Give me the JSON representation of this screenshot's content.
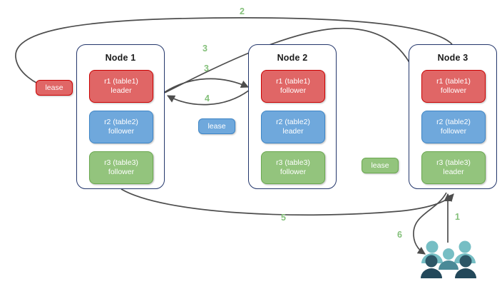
{
  "diagram": {
    "title_present": false,
    "colors": {
      "replica_red_fill": "#e06666",
      "replica_red_border": "#cc0000",
      "replica_blue_fill": "#6fa8dc",
      "replica_blue_border": "#3d85c6",
      "replica_green_fill": "#93c47d",
      "replica_green_border": "#6aa84f",
      "node_border": "#23366b",
      "arrow": "#4d4d4d",
      "step_label": "#84c07a",
      "users_light": "#76bec4",
      "users_dark": "#2d5666"
    }
  },
  "nodes": [
    {
      "title": "Node 1",
      "replicas": [
        {
          "name": "r1 (table1)",
          "role": "leader",
          "color": "red"
        },
        {
          "name": "r2 (table2)",
          "role": "follower",
          "color": "blue"
        },
        {
          "name": "r3 (table3)",
          "role": "follower",
          "color": "green"
        }
      ]
    },
    {
      "title": "Node 2",
      "replicas": [
        {
          "name": "r1 (table1)",
          "role": "follower",
          "color": "red"
        },
        {
          "name": "r2 (table2)",
          "role": "leader",
          "color": "blue"
        },
        {
          "name": "r3 (table3)",
          "role": "follower",
          "color": "green"
        }
      ]
    },
    {
      "title": "Node 3",
      "replicas": [
        {
          "name": "r1 (table1)",
          "role": "follower",
          "color": "red"
        },
        {
          "name": "r2 (table2)",
          "role": "follower",
          "color": "blue"
        },
        {
          "name": "r3 (table3)",
          "role": "leader",
          "color": "green"
        }
      ]
    }
  ],
  "leases": [
    {
      "label": "lease",
      "color": "red"
    },
    {
      "label": "lease",
      "color": "blue"
    },
    {
      "label": "lease",
      "color": "green"
    }
  ],
  "steps": [
    {
      "id": "1",
      "label": "1"
    },
    {
      "id": "2",
      "label": "2"
    },
    {
      "id": "3a",
      "label": "3"
    },
    {
      "id": "3b",
      "label": "3"
    },
    {
      "id": "4",
      "label": "4"
    },
    {
      "id": "5",
      "label": "5"
    },
    {
      "id": "6",
      "label": "6"
    }
  ],
  "actors": {
    "users_icon": "users-icon"
  }
}
